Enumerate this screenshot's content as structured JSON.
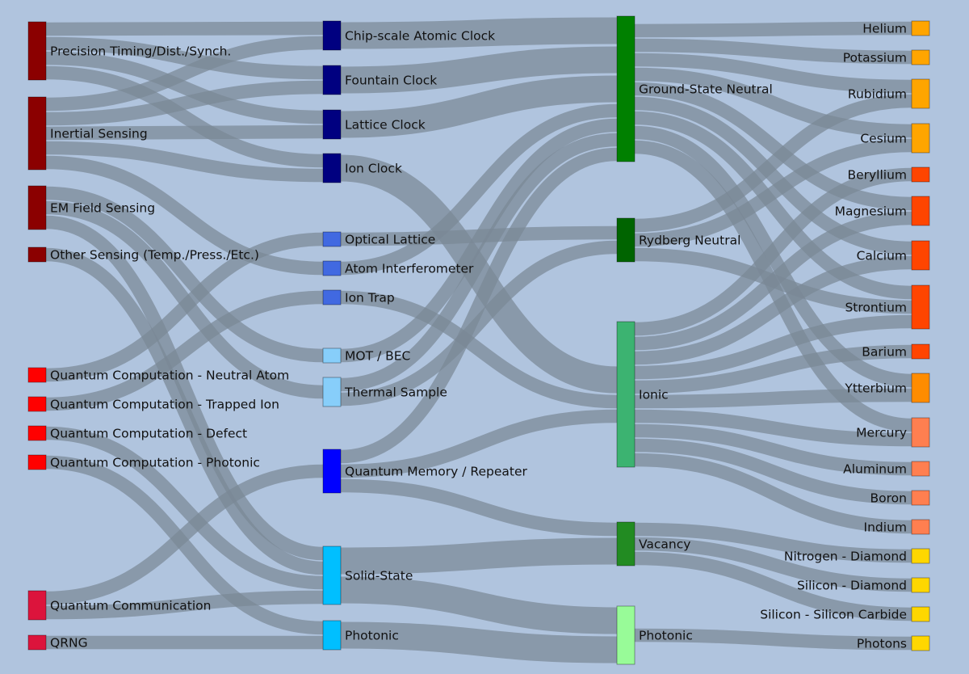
{
  "diagram": {
    "type": "sankey",
    "background": "#b0c4de",
    "link_color": "#7a8896",
    "columns": [
      {
        "label_side": "right",
        "nodes": [
          {
            "id": "app-timing",
            "label": "Precision Timing/Dist./Synch.",
            "color": "#8b0000"
          },
          {
            "id": "app-inertial",
            "label": "Inertial Sensing",
            "color": "#8b0000"
          },
          {
            "id": "app-em",
            "label": "EM Field Sensing",
            "color": "#8b0000"
          },
          {
            "id": "app-other",
            "label": "Other Sensing (Temp./Press./Etc.)",
            "color": "#8b0000"
          },
          {
            "id": "app-qc-neutral",
            "label": "Quantum Computation - Neutral Atom",
            "color": "#ff0000"
          },
          {
            "id": "app-qc-ion",
            "label": "Quantum Computation - Trapped Ion",
            "color": "#ff0000"
          },
          {
            "id": "app-qc-defect",
            "label": "Quantum Computation - Defect",
            "color": "#ff0000"
          },
          {
            "id": "app-qc-photonic",
            "label": "Quantum Computation - Photonic",
            "color": "#ff0000"
          },
          {
            "id": "app-qcomm",
            "label": "Quantum Communication",
            "color": "#dc143c"
          },
          {
            "id": "app-qrng",
            "label": "QRNG",
            "color": "#dc143c"
          }
        ]
      },
      {
        "label_side": "right",
        "nodes": [
          {
            "id": "dev-chip",
            "label": "Chip-scale Atomic Clock",
            "color": "#000080"
          },
          {
            "id": "dev-fountain",
            "label": "Fountain Clock",
            "color": "#000080"
          },
          {
            "id": "dev-lattice",
            "label": "Lattice Clock",
            "color": "#000080"
          },
          {
            "id": "dev-ionclock",
            "label": "Ion Clock",
            "color": "#000080"
          },
          {
            "id": "dev-optlattice",
            "label": "Optical Lattice",
            "color": "#4169e1"
          },
          {
            "id": "dev-interf",
            "label": "Atom Interferometer",
            "color": "#4169e1"
          },
          {
            "id": "dev-iontrap",
            "label": "Ion Trap",
            "color": "#4169e1"
          },
          {
            "id": "dev-mot",
            "label": "MOT / BEC",
            "color": "#87cefa"
          },
          {
            "id": "dev-thermal",
            "label": "Thermal Sample",
            "color": "#87cefa"
          },
          {
            "id": "dev-qmem",
            "label": "Quantum Memory / Repeater",
            "color": "#0000ff"
          },
          {
            "id": "dev-solid",
            "label": "Solid-State",
            "color": "#00bfff"
          },
          {
            "id": "dev-photonic",
            "label": "Photonic",
            "color": "#00bfff"
          }
        ]
      },
      {
        "label_side": "right",
        "nodes": [
          {
            "id": "plat-gsn",
            "label": "Ground-State Neutral",
            "color": "#008000"
          },
          {
            "id": "plat-rydberg",
            "label": "Rydberg Neutral",
            "color": "#006400"
          },
          {
            "id": "plat-ionic",
            "label": "Ionic",
            "color": "#3cb371"
          },
          {
            "id": "plat-vacancy",
            "label": "Vacancy",
            "color": "#228b22"
          },
          {
            "id": "plat-photonic",
            "label": "Photonic",
            "color": "#98fb98"
          }
        ]
      },
      {
        "label_side": "left",
        "nodes": [
          {
            "id": "mat-he",
            "label": "Helium",
            "color": "#ffa500"
          },
          {
            "id": "mat-k",
            "label": "Potassium",
            "color": "#ffa500"
          },
          {
            "id": "mat-rb",
            "label": "Rubidium",
            "color": "#ffa500"
          },
          {
            "id": "mat-cs",
            "label": "Cesium",
            "color": "#ffa500"
          },
          {
            "id": "mat-be",
            "label": "Beryllium",
            "color": "#ff4500"
          },
          {
            "id": "mat-mg",
            "label": "Magnesium",
            "color": "#ff4500"
          },
          {
            "id": "mat-ca",
            "label": "Calcium",
            "color": "#ff4500"
          },
          {
            "id": "mat-sr",
            "label": "Strontium",
            "color": "#ff4500"
          },
          {
            "id": "mat-ba",
            "label": "Barium",
            "color": "#ff4500"
          },
          {
            "id": "mat-yb",
            "label": "Ytterbium",
            "color": "#ff8c00"
          },
          {
            "id": "mat-hg",
            "label": "Mercury",
            "color": "#ff7f50"
          },
          {
            "id": "mat-al",
            "label": "Aluminum",
            "color": "#ff7f50"
          },
          {
            "id": "mat-b",
            "label": "Boron",
            "color": "#ff7f50"
          },
          {
            "id": "mat-in",
            "label": "Indium",
            "color": "#ff7f50"
          },
          {
            "id": "mat-nd",
            "label": "Nitrogen - Diamond",
            "color": "#ffd700"
          },
          {
            "id": "mat-sid",
            "label": "Silicon - Diamond",
            "color": "#ffd700"
          },
          {
            "id": "mat-sic",
            "label": "Silicon - Silicon Carbide",
            "color": "#ffd700"
          },
          {
            "id": "mat-photons",
            "label": "Photons",
            "color": "#ffd700"
          }
        ]
      }
    ],
    "links": [
      {
        "source": "app-timing",
        "target": "dev-chip",
        "value": 1
      },
      {
        "source": "app-timing",
        "target": "dev-fountain",
        "value": 1
      },
      {
        "source": "app-timing",
        "target": "dev-lattice",
        "value": 1
      },
      {
        "source": "app-timing",
        "target": "dev-ionclock",
        "value": 1
      },
      {
        "source": "app-inertial",
        "target": "dev-chip",
        "value": 1
      },
      {
        "source": "app-inertial",
        "target": "dev-fountain",
        "value": 1
      },
      {
        "source": "app-inertial",
        "target": "dev-lattice",
        "value": 1
      },
      {
        "source": "app-inertial",
        "target": "dev-ionclock",
        "value": 1
      },
      {
        "source": "app-inertial",
        "target": "dev-interf",
        "value": 1
      },
      {
        "source": "app-em",
        "target": "dev-thermal",
        "value": 1
      },
      {
        "source": "app-em",
        "target": "dev-mot",
        "value": 1
      },
      {
        "source": "app-em",
        "target": "dev-solid",
        "value": 1
      },
      {
        "source": "app-other",
        "target": "dev-solid",
        "value": 1
      },
      {
        "source": "app-qc-neutral",
        "target": "dev-optlattice",
        "value": 1
      },
      {
        "source": "app-qc-ion",
        "target": "dev-iontrap",
        "value": 1
      },
      {
        "source": "app-qc-defect",
        "target": "dev-solid",
        "value": 1
      },
      {
        "source": "app-qc-photonic",
        "target": "dev-photonic",
        "value": 1
      },
      {
        "source": "app-qcomm",
        "target": "dev-qmem",
        "value": 1
      },
      {
        "source": "app-qcomm",
        "target": "dev-solid",
        "value": 1
      },
      {
        "source": "app-qrng",
        "target": "dev-photonic",
        "value": 1
      },
      {
        "source": "dev-chip",
        "target": "plat-gsn",
        "value": 2
      },
      {
        "source": "dev-fountain",
        "target": "plat-gsn",
        "value": 2
      },
      {
        "source": "dev-lattice",
        "target": "plat-gsn",
        "value": 2
      },
      {
        "source": "dev-ionclock",
        "target": "plat-ionic",
        "value": 2
      },
      {
        "source": "dev-optlattice",
        "target": "plat-rydberg",
        "value": 1
      },
      {
        "source": "dev-interf",
        "target": "plat-gsn",
        "value": 1
      },
      {
        "source": "dev-iontrap",
        "target": "plat-ionic",
        "value": 1
      },
      {
        "source": "dev-mot",
        "target": "plat-gsn",
        "value": 1
      },
      {
        "source": "dev-thermal",
        "target": "plat-gsn",
        "value": 1
      },
      {
        "source": "dev-thermal",
        "target": "plat-rydberg",
        "value": 1
      },
      {
        "source": "dev-qmem",
        "target": "plat-gsn",
        "value": 1
      },
      {
        "source": "dev-qmem",
        "target": "plat-ionic",
        "value": 1
      },
      {
        "source": "dev-qmem",
        "target": "plat-vacancy",
        "value": 1
      },
      {
        "source": "dev-solid",
        "target": "plat-vacancy",
        "value": 2
      },
      {
        "source": "dev-solid",
        "target": "plat-photonic",
        "value": 2
      },
      {
        "source": "dev-photonic",
        "target": "plat-photonic",
        "value": 2
      },
      {
        "source": "plat-gsn",
        "target": "mat-he",
        "value": 1
      },
      {
        "source": "plat-gsn",
        "target": "mat-k",
        "value": 1
      },
      {
        "source": "plat-gsn",
        "target": "mat-cs",
        "value": 1
      },
      {
        "source": "plat-gsn",
        "target": "mat-rb",
        "value": 1
      },
      {
        "source": "plat-gsn",
        "target": "mat-mg",
        "value": 1
      },
      {
        "source": "plat-gsn",
        "target": "mat-ca",
        "value": 1
      },
      {
        "source": "plat-gsn",
        "target": "mat-sr",
        "value": 1
      },
      {
        "source": "plat-gsn",
        "target": "mat-yb",
        "value": 1
      },
      {
        "source": "plat-gsn",
        "target": "mat-hg",
        "value": 1
      },
      {
        "source": "plat-rydberg",
        "target": "mat-rb",
        "value": 1
      },
      {
        "source": "plat-rydberg",
        "target": "mat-cs",
        "value": 1
      },
      {
        "source": "plat-rydberg",
        "target": "mat-sr",
        "value": 1
      },
      {
        "source": "plat-ionic",
        "target": "mat-be",
        "value": 1
      },
      {
        "source": "plat-ionic",
        "target": "mat-mg",
        "value": 1
      },
      {
        "source": "plat-ionic",
        "target": "mat-ca",
        "value": 1
      },
      {
        "source": "plat-ionic",
        "target": "mat-sr",
        "value": 1
      },
      {
        "source": "plat-ionic",
        "target": "mat-ba",
        "value": 1
      },
      {
        "source": "plat-ionic",
        "target": "mat-yb",
        "value": 1
      },
      {
        "source": "plat-ionic",
        "target": "mat-hg",
        "value": 1
      },
      {
        "source": "plat-ionic",
        "target": "mat-al",
        "value": 1
      },
      {
        "source": "plat-ionic",
        "target": "mat-b",
        "value": 1
      },
      {
        "source": "plat-ionic",
        "target": "mat-in",
        "value": 1
      },
      {
        "source": "plat-vacancy",
        "target": "mat-nd",
        "value": 1
      },
      {
        "source": "plat-vacancy",
        "target": "mat-sid",
        "value": 1
      },
      {
        "source": "plat-vacancy",
        "target": "mat-sic",
        "value": 1
      },
      {
        "source": "plat-photonic",
        "target": "mat-photons",
        "value": 1
      }
    ]
  }
}
